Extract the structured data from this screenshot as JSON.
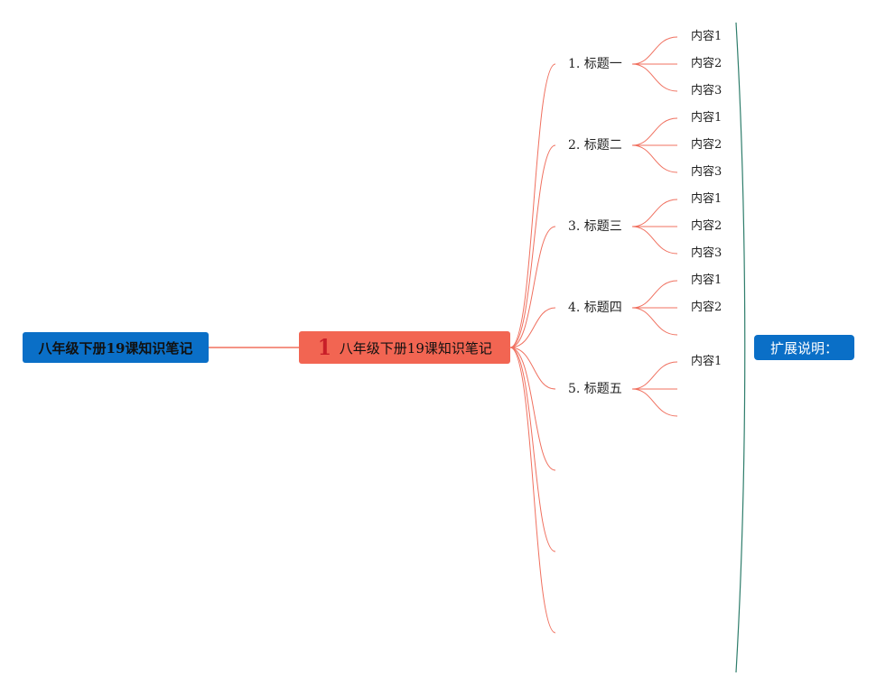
{
  "root": {
    "label": "八年级下册19课知识笔记"
  },
  "main": {
    "badge": "1",
    "label": "八年级下册19课知识笔记"
  },
  "side_note": {
    "label": "扩展说明："
  },
  "topics": [
    {
      "label": "1. 标题一",
      "children": [
        "内容1",
        "内容2",
        "内容3"
      ]
    },
    {
      "label": "2. 标题二",
      "children": [
        "内容1",
        "内容2",
        "内容3"
      ]
    },
    {
      "label": "3. 标题三",
      "children": [
        "内容1",
        "内容2",
        "内容3"
      ]
    },
    {
      "label": "4. 标题四",
      "children": [
        "内容1",
        "内容2",
        ""
      ]
    },
    {
      "label": "5. 标题五",
      "children": [
        "内容1",
        "",
        ""
      ]
    },
    {
      "label": "",
      "children": []
    },
    {
      "label": "",
      "children": []
    },
    {
      "label": "",
      "children": []
    }
  ],
  "colors": {
    "root_fill": "#0a6fc7",
    "main_fill": "#f26552",
    "branch_line": "#f0705f",
    "brace_line": "#2e7d6b",
    "side_fill": "#0a6fc7"
  }
}
